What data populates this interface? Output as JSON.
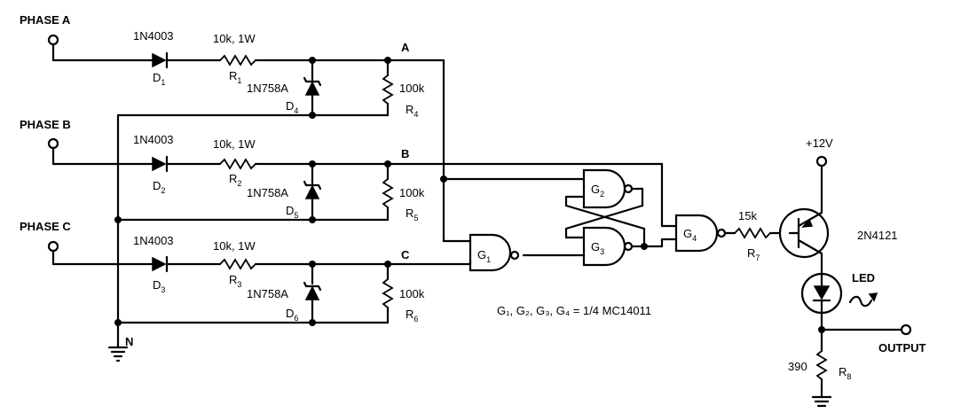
{
  "phases": [
    {
      "name": "PHASE A",
      "diode": "1N4003",
      "diode_ref": "D",
      "diode_sub": "1",
      "resistor": "10k, 1W",
      "resistor_ref": "R",
      "resistor_sub": "1",
      "zener": "1N758A",
      "zener_ref": "D",
      "zener_sub": "4",
      "load": "100k",
      "load_ref": "R",
      "load_sub": "4",
      "node": "A"
    },
    {
      "name": "PHASE B",
      "diode": "1N4003",
      "diode_ref": "D",
      "diode_sub": "2",
      "resistor": "10k, 1W",
      "resistor_ref": "R",
      "resistor_sub": "2",
      "zener": "1N758A",
      "zener_ref": "D",
      "zener_sub": "5",
      "load": "100k",
      "load_ref": "R",
      "load_sub": "5",
      "node": "B"
    },
    {
      "name": "PHASE C",
      "diode": "1N4003",
      "diode_ref": "D",
      "diode_sub": "3",
      "resistor": "10k, 1W",
      "resistor_ref": "R",
      "resistor_sub": "3",
      "zener": "1N758A",
      "zener_ref": "D",
      "zener_sub": "6",
      "load": "100k",
      "load_ref": "R",
      "load_sub": "6",
      "node": "C"
    }
  ],
  "neutral": "N",
  "gates": [
    {
      "ref": "G",
      "sub": "1"
    },
    {
      "ref": "G",
      "sub": "2"
    },
    {
      "ref": "G",
      "sub": "3"
    },
    {
      "ref": "G",
      "sub": "4"
    }
  ],
  "gate_note": "G₁, G₂, G₃, G₄ = 1/4 MC14011",
  "r7": {
    "value": "15k",
    "ref": "R",
    "sub": "7"
  },
  "supply": "+12V",
  "transistor": "2N4121",
  "led": "LED",
  "output": "OUTPUT",
  "r8": {
    "value": "390",
    "ref": "R",
    "sub": "8"
  }
}
